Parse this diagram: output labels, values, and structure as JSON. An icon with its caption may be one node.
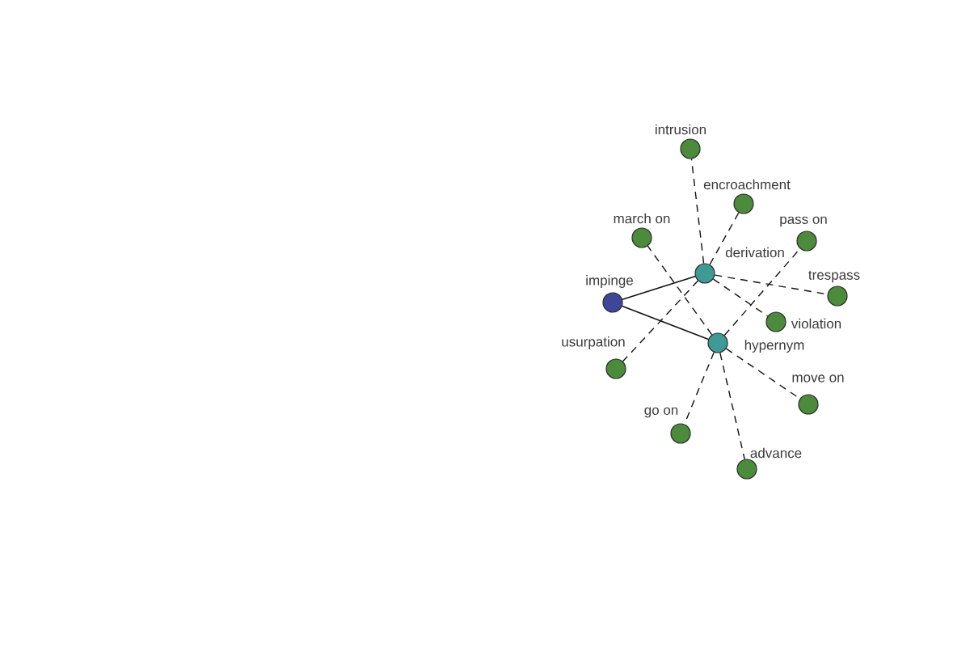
{
  "diagram": {
    "nodes": [
      {
        "text": [
          "intrusion"
        ]
      },
      {
        "text": [
          "encroachment"
        ]
      },
      {
        "text": [
          "march on"
        ]
      },
      {
        "text": [
          "pass on"
        ]
      },
      {
        "text": [
          "derivation"
        ]
      },
      {
        "text": [
          "trespass"
        ]
      },
      {
        "text": [
          "impinge"
        ]
      },
      {
        "text": [
          "violation"
        ]
      },
      {
        "text": [
          "hypernym"
        ]
      },
      {
        "text": [
          "usurpation"
        ]
      },
      {
        "text": [
          "move on"
        ]
      },
      {
        "text": [
          "go on"
        ]
      },
      {
        "text": [
          "advance"
        ]
      }
    ],
    "edges": [
      {
        "from": 6,
        "to": 4,
        "arrow": "none"
      },
      {
        "from": 6,
        "to": 8,
        "arrow": "none"
      },
      {
        "from": 4,
        "to": 0,
        "arrow": "none",
        "style": "dashed"
      },
      {
        "from": 4,
        "to": 1,
        "arrow": "none",
        "style": "dashed"
      },
      {
        "from": 4,
        "to": 5,
        "arrow": "none",
        "style": "dashed"
      },
      {
        "from": 4,
        "to": 7,
        "arrow": "none",
        "style": "dashed"
      },
      {
        "from": 4,
        "to": 9,
        "arrow": "none",
        "style": "dashed"
      },
      {
        "from": 8,
        "to": 2,
        "arrow": "none",
        "style": "dashed"
      },
      {
        "from": 8,
        "to": 3,
        "arrow": "none",
        "style": "dashed"
      },
      {
        "from": 8,
        "to": 10,
        "arrow": "none",
        "style": "dashed"
      },
      {
        "from": 8,
        "to": 11,
        "arrow": "none",
        "style": "dashed"
      },
      {
        "from": 8,
        "to": 12,
        "arrow": "none",
        "style": "dashed"
      }
    ]
  }
}
